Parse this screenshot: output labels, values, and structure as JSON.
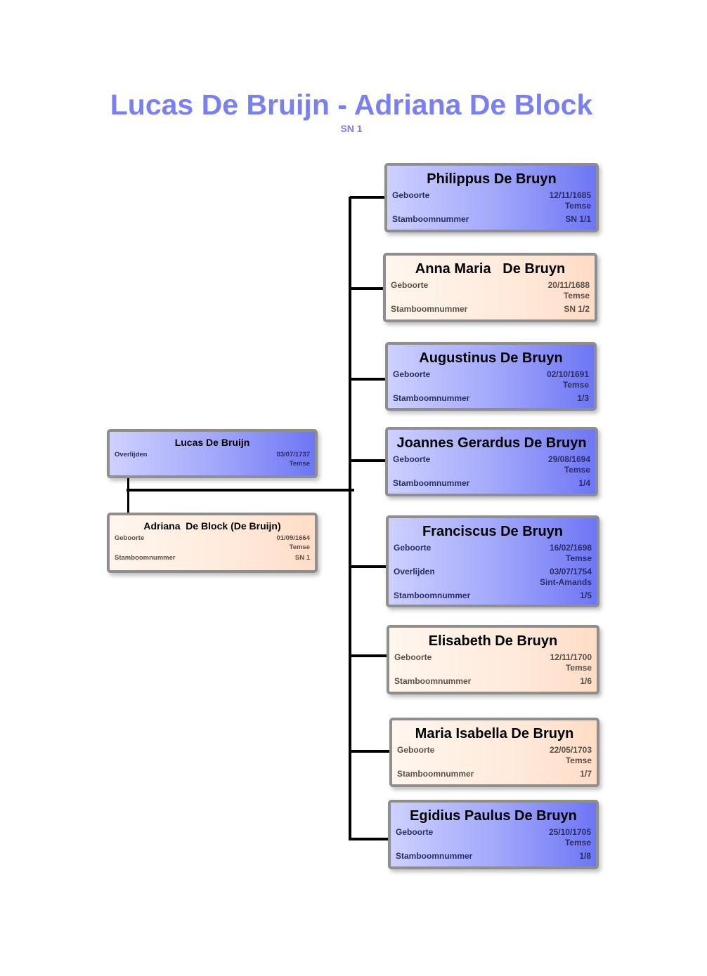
{
  "title": "Lucas De Bruijn - Adriana De Block",
  "subtitle": "SN 1",
  "colors": {
    "title": "#7b80f0",
    "male_card": "#8f96f8",
    "female_card": "#ffe8d8"
  },
  "parents": [
    {
      "name": "Lucas De Bruijn",
      "gender": "male",
      "events": [
        {
          "label": "Overlijden",
          "date": "03/07/1737",
          "place": "Temse"
        }
      ]
    },
    {
      "name": "Adriana  De Block (De Bruijn)",
      "gender": "female",
      "events": [
        {
          "label": "Geboorte",
          "date": "01/09/1664",
          "place": "Temse"
        }
      ],
      "sn_label": "Stamboomnummer",
      "sn": "SN 1"
    }
  ],
  "children": [
    {
      "name": "Philippus De Bruyn",
      "gender": "male",
      "events": [
        {
          "label": "Geboorte",
          "date": "12/11/1685",
          "place": "Temse"
        }
      ],
      "sn_label": "Stamboomnummer",
      "sn": "SN 1/1"
    },
    {
      "name": "Anna Maria   De Bruyn",
      "gender": "female",
      "events": [
        {
          "label": "Geboorte",
          "date": "20/11/1688",
          "place": "Temse"
        }
      ],
      "sn_label": "Stamboomnummer",
      "sn": "SN 1/2"
    },
    {
      "name": "Augustinus De Bruyn",
      "gender": "male",
      "events": [
        {
          "label": "Geboorte",
          "date": "02/10/1691",
          "place": "Temse"
        }
      ],
      "sn_label": "Stamboomnummer",
      "sn": "1/3"
    },
    {
      "name": "Joannes Gerardus De Bruyn",
      "gender": "male",
      "events": [
        {
          "label": "Geboorte",
          "date": "29/08/1694",
          "place": "Temse"
        }
      ],
      "sn_label": "Stamboomnummer",
      "sn": "1/4"
    },
    {
      "name": "Franciscus De Bruyn",
      "gender": "male",
      "events": [
        {
          "label": "Geboorte",
          "date": "16/02/1698",
          "place": "Temse"
        },
        {
          "label": "Overlijden",
          "date": "03/07/1754",
          "place": "Sint-Amands"
        }
      ],
      "sn_label": "Stamboomnummer",
      "sn": "1/5"
    },
    {
      "name": "Elisabeth De Bruyn",
      "gender": "female",
      "events": [
        {
          "label": "Geboorte",
          "date": "12/11/1700",
          "place": "Temse"
        }
      ],
      "sn_label": "Stamboomnummer",
      "sn": "1/6"
    },
    {
      "name": "Maria Isabella De Bruyn",
      "gender": "female",
      "events": [
        {
          "label": "Geboorte",
          "date": "22/05/1703",
          "place": "Temse"
        }
      ],
      "sn_label": "Stamboomnummer",
      "sn": "1/7"
    },
    {
      "name": "Egidius Paulus De Bruyn",
      "gender": "male",
      "events": [
        {
          "label": "Geboorte",
          "date": "25/10/1705",
          "place": "Temse"
        }
      ],
      "sn_label": "Stamboomnummer",
      "sn": "1/8"
    }
  ]
}
